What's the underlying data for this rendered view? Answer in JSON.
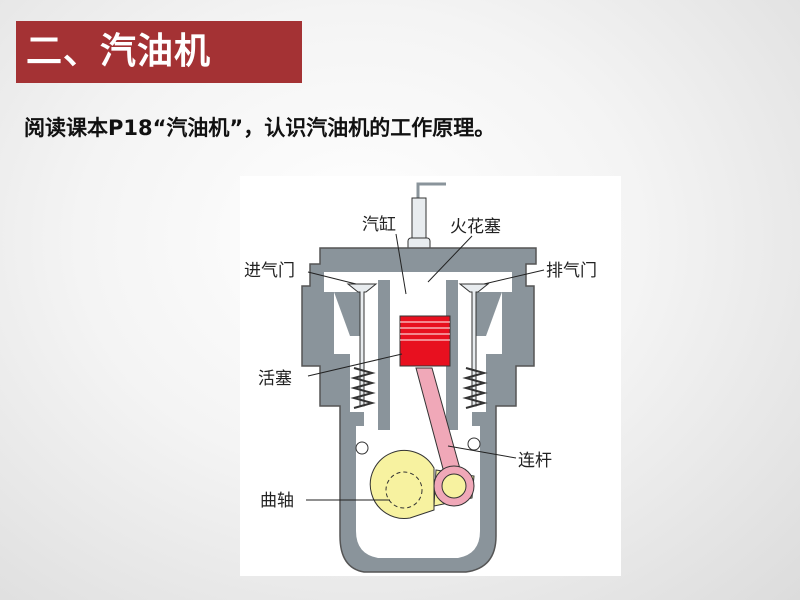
{
  "slide": {
    "title": "二、汽油机",
    "intro": "阅读课本P18“汽油机”，认识汽油机的工作原理。"
  },
  "diagram": {
    "labels": {
      "cylinder": "汽缸",
      "spark_plug": "火花塞",
      "intake_valve": "进气门",
      "exhaust_valve": "排气门",
      "piston": "活塞",
      "connecting_rod": "连杆",
      "crankshaft": "曲轴"
    },
    "colors": {
      "wall": "#8a949b",
      "piston": "#e8101f",
      "connecting_rod": "#f0a8b8",
      "crank": "#f7f2a0",
      "slide_title_bg": "#a43234"
    }
  }
}
